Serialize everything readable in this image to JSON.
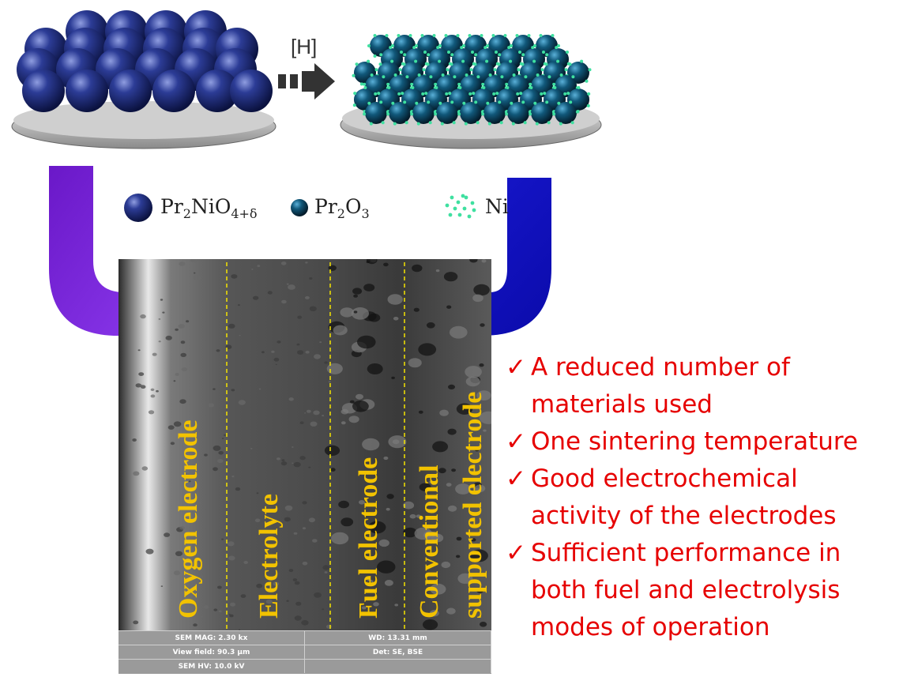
{
  "reaction_label": "[H]",
  "legend": [
    {
      "icon": "large-dark-blue-sphere",
      "formula_base": "Pr",
      "s1": "2",
      "f2": "NiO",
      "s2": "4+δ"
    },
    {
      "icon": "small-dark-blue-sphere",
      "formula_base": "Pr",
      "s1": "2",
      "f2": "O",
      "s2": "3"
    },
    {
      "icon": "green-dots-cluster",
      "formula": "Ni"
    }
  ],
  "sem_layers": [
    "Oxygen electrode",
    "Electrolyte",
    "Fuel electrode",
    "Conventional",
    "supported electrode"
  ],
  "sem_info": {
    "mag": "SEM MAG: 2.30 kx",
    "wd": "WD: 13.31 mm",
    "view": "View field: 90.3 µm",
    "det": "Det: SE, BSE",
    "hv": "SEM HV: 10.0 kV"
  },
  "benefits": [
    "A reduced number of materials used",
    "One sintering temperature",
    "Good electrochemical activity of the electrodes",
    "Sufficient performance in both fuel and electrolysis modes of operation"
  ],
  "benefit_lines": [
    [
      "A reduced number of",
      "materials used"
    ],
    [
      "One sintering temperature"
    ],
    [
      "Good electrochemical",
      "activity of the electrodes"
    ],
    [
      "Sufficient performance in",
      "both fuel and electrolysis",
      "modes of operation"
    ]
  ],
  "check_symbol": "✓",
  "colors": {
    "sphere": "#1c2a6e",
    "nickel": "#3fe0a0",
    "left_arrow": "#7a1fd6",
    "right_arrow": "#1010c8",
    "benefit_text": "#e60000",
    "layer_label": "#f2c200"
  }
}
